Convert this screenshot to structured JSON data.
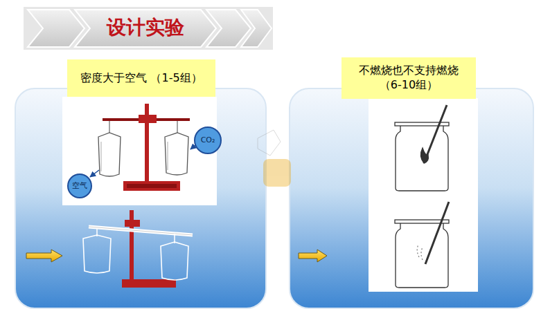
{
  "diagram": {
    "title": "设计实验",
    "nodes": [
      {
        "text": [
          "密度大于空气 （1-5组）"
        ]
      },
      {
        "text": [
          "CO₂"
        ]
      },
      {
        "text": [
          "空气"
        ]
      },
      {
        "text": [
          "不燃烧也不支持燃烧 （6-10组）"
        ]
      }
    ]
  }
}
